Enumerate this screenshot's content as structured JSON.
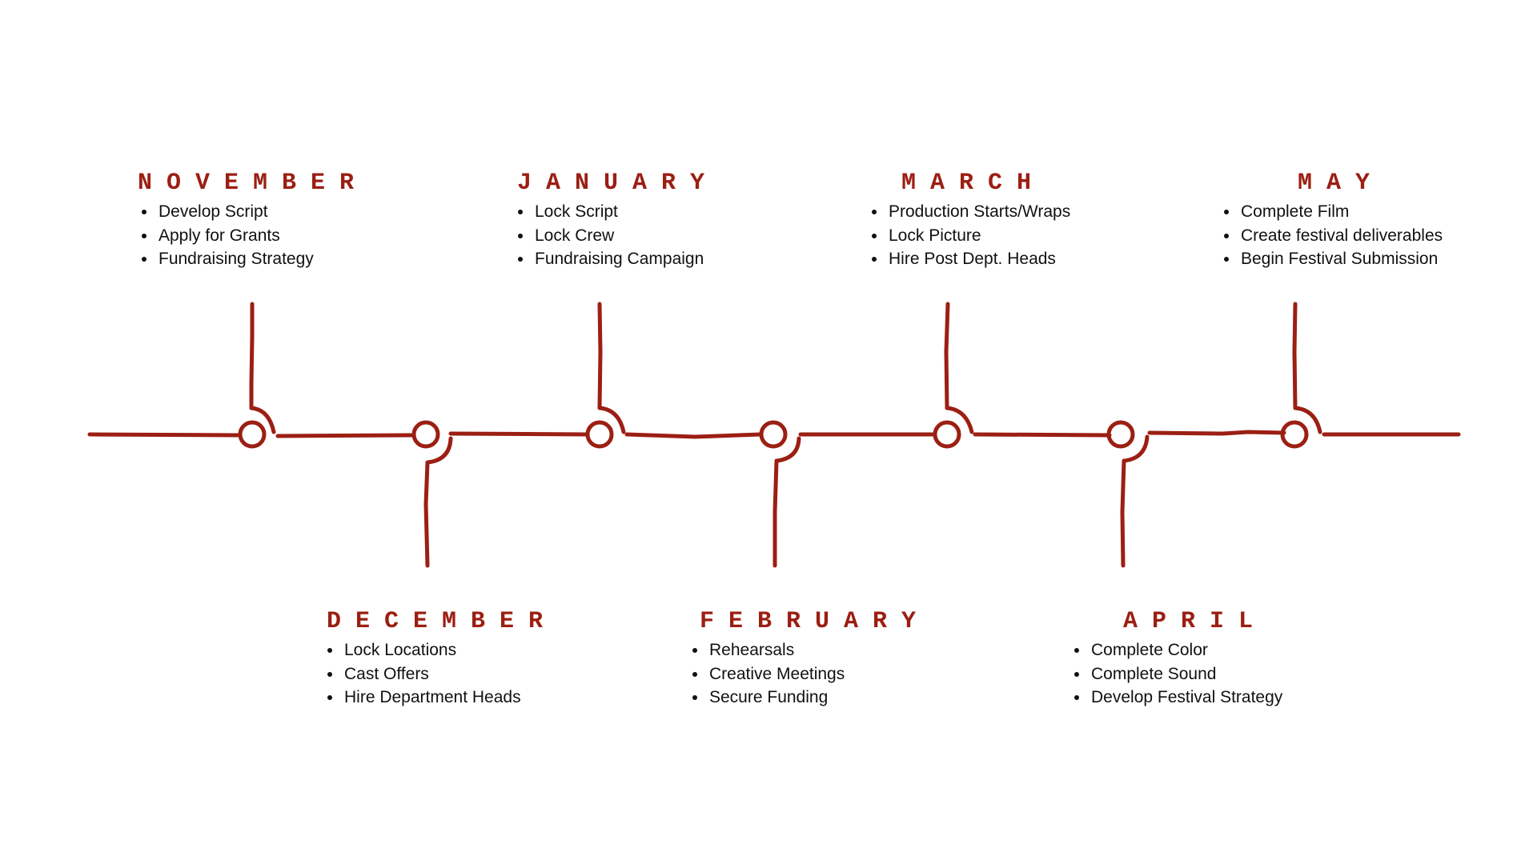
{
  "colors": {
    "accent": "#9b1f13",
    "text": "#111111",
    "background": "#ffffff"
  },
  "stages": {
    "november": {
      "month": "NOVEMBER",
      "items": [
        "Develop Script",
        "Apply for Grants",
        "Fundraising Strategy"
      ]
    },
    "december": {
      "month": "DECEMBER",
      "items": [
        "Lock Locations",
        "Cast Offers",
        "Hire Department Heads"
      ]
    },
    "january": {
      "month": "JANUARY",
      "items": [
        "Lock Script",
        "Lock Crew",
        "Fundraising Campaign"
      ]
    },
    "february": {
      "month": "FEBRUARY",
      "items": [
        "Rehearsals",
        "Creative Meetings",
        "Secure Funding"
      ]
    },
    "march": {
      "month": "MARCH",
      "items": [
        "Production Starts/Wraps",
        "Lock Picture",
        "Hire Post Dept. Heads"
      ]
    },
    "april": {
      "month": "APRIL",
      "items": [
        "Complete Color",
        "Complete Sound",
        "Develop Festival Strategy"
      ]
    },
    "may": {
      "month": "MAY",
      "items": [
        "Complete Film",
        "Create festival deliverables",
        "Begin Festival Submission"
      ]
    }
  }
}
